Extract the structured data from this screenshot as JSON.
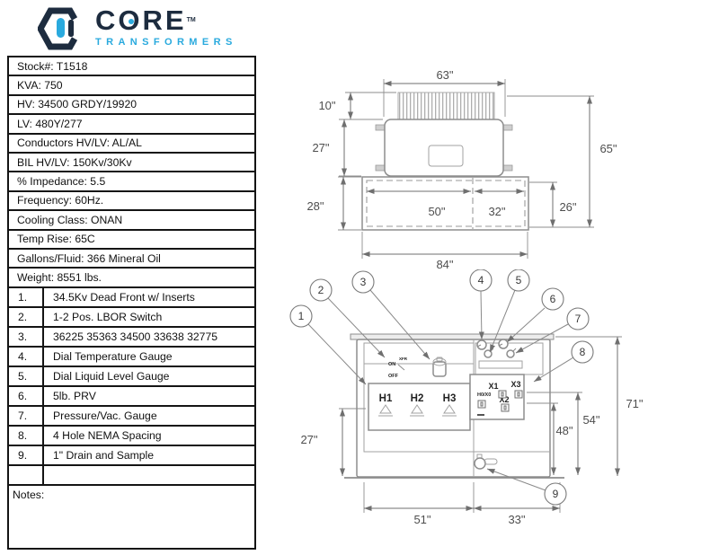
{
  "logo": {
    "brand": "CORE",
    "tm": "TM",
    "subtitle": "TRANSFORMERS",
    "navy": "#1d2c3f",
    "blue": "#2aaade"
  },
  "spec_table": {
    "rows": [
      "Stock#: T1518",
      "KVA: 750",
      "HV: 34500 GRDY/19920",
      "LV: 480Y/277",
      "Conductors HV/LV: AL/AL",
      "BIL HV/LV: 150Kv/30Kv",
      "% Impedance: 5.5",
      "Frequency: 60Hz.",
      "Cooling Class: ONAN",
      "Temp Rise: 65C",
      "Gallons/Fluid: 366 Mineral Oil",
      "Weight: 8551 lbs."
    ]
  },
  "item_table": {
    "rows": [
      {
        "num": "1.",
        "desc": "34.5Kv Dead Front w/ Inserts"
      },
      {
        "num": "2.",
        "desc": "1-2 Pos. LBOR Switch"
      },
      {
        "num": "3.",
        "desc": "36225 35363 34500 33638 32775"
      },
      {
        "num": "4.",
        "desc": "Dial Temperature Gauge"
      },
      {
        "num": "5.",
        "desc": "Dial Liquid Level Gauge"
      },
      {
        "num": "6.",
        "desc": "5lb. PRV"
      },
      {
        "num": "7.",
        "desc": "Pressure/Vac. Gauge"
      },
      {
        "num": "8.",
        "desc": "4 Hole NEMA Spacing"
      },
      {
        "num": "9.",
        "desc": "1\" Drain and Sample"
      },
      {
        "num": "",
        "desc": ""
      }
    ]
  },
  "notes_label": "Notes:",
  "top_view": {
    "dims": {
      "width_63": "63\"",
      "fin_10": "10\"",
      "tank_27": "27\"",
      "pad_28": "28\"",
      "seg_50": "50\"",
      "seg_32": "32\"",
      "pad_26": "26\"",
      "height_65": "65\"",
      "base_84": "84\""
    }
  },
  "front_view": {
    "dims": {
      "left_27": "27\"",
      "nema_48": "48\"",
      "nema_54": "54\"",
      "height_71": "71\"",
      "base_51": "51\"",
      "base_33": "33\""
    },
    "callouts": [
      "1",
      "2",
      "3",
      "4",
      "5",
      "6",
      "7",
      "8",
      "9"
    ],
    "labels": {
      "xfr": "XFR",
      "on": "ON",
      "off": "OFF",
      "h1": "H1",
      "h2": "H2",
      "h3": "H3",
      "x1": "X1",
      "x2": "X2",
      "x3": "X3",
      "h0x0": "H0/X0"
    }
  }
}
